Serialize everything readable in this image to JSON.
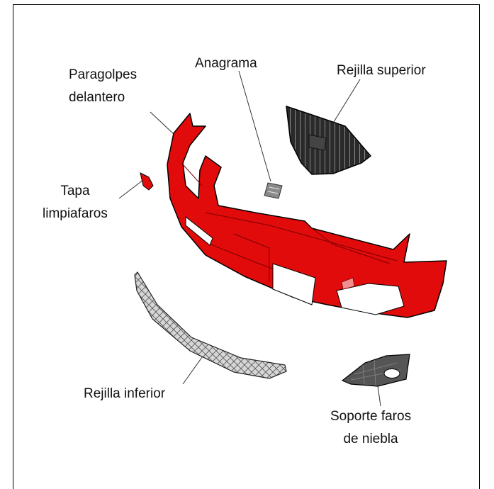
{
  "labels": {
    "paragolpes": [
      "Paragolpes",
      "delantero"
    ],
    "anagrama": "Anagrama",
    "rejilla_superior": "Rejilla superior",
    "tapa": [
      "Tapa",
      "limpiafaros"
    ],
    "rejilla_inferior": "Rejilla inferior",
    "soporte": [
      "Soporte faros",
      "de niebla"
    ]
  },
  "colors": {
    "bumper": "#e20b0b",
    "grille": "#2a2a2a",
    "emblem": "#8a8a8a",
    "mesh": "#d6d6d6",
    "outline": "#000000"
  }
}
